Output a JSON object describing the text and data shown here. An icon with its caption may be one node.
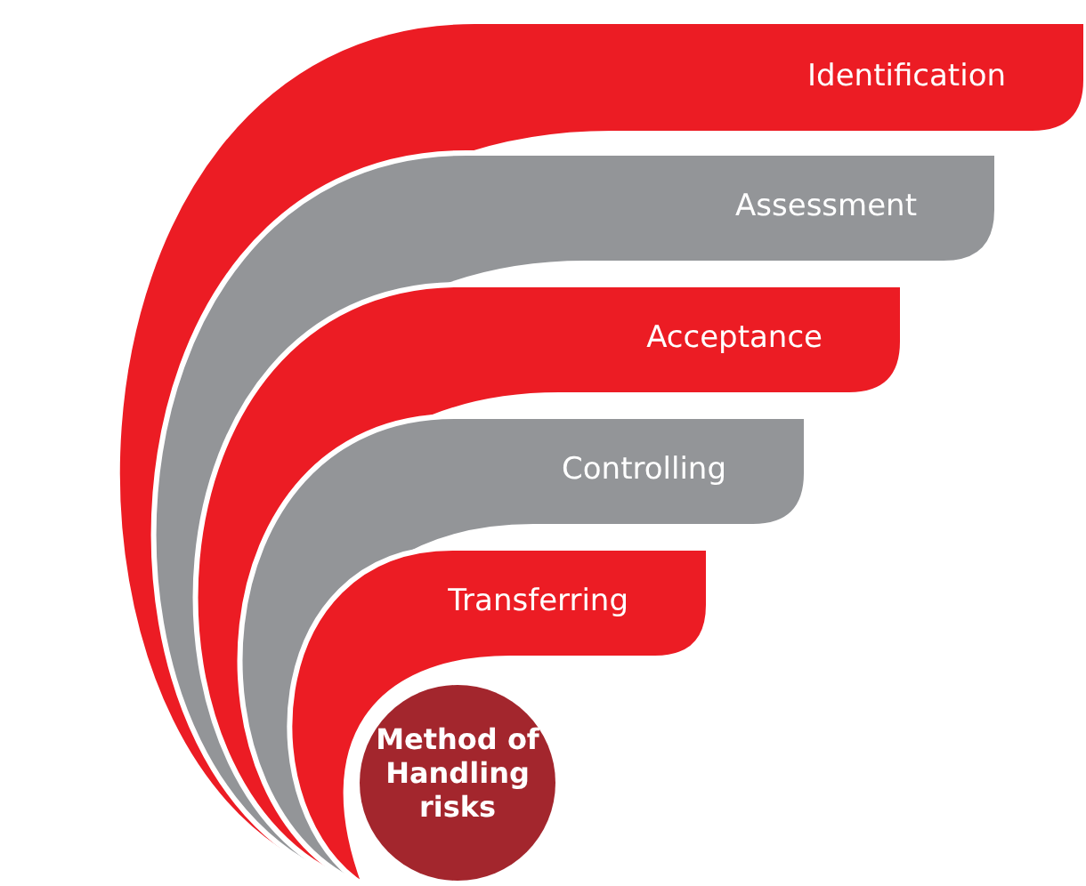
{
  "diagram": {
    "nodes": [
      {
        "text": [
          "Identification"
        ]
      },
      {
        "text": [
          "Assessment"
        ]
      },
      {
        "text": [
          "Acceptance"
        ]
      },
      {
        "text": [
          "Controlling"
        ]
      },
      {
        "text": [
          "Transferring"
        ]
      },
      {
        "text": [
          "Method of Handling risks"
        ]
      }
    ]
  }
}
